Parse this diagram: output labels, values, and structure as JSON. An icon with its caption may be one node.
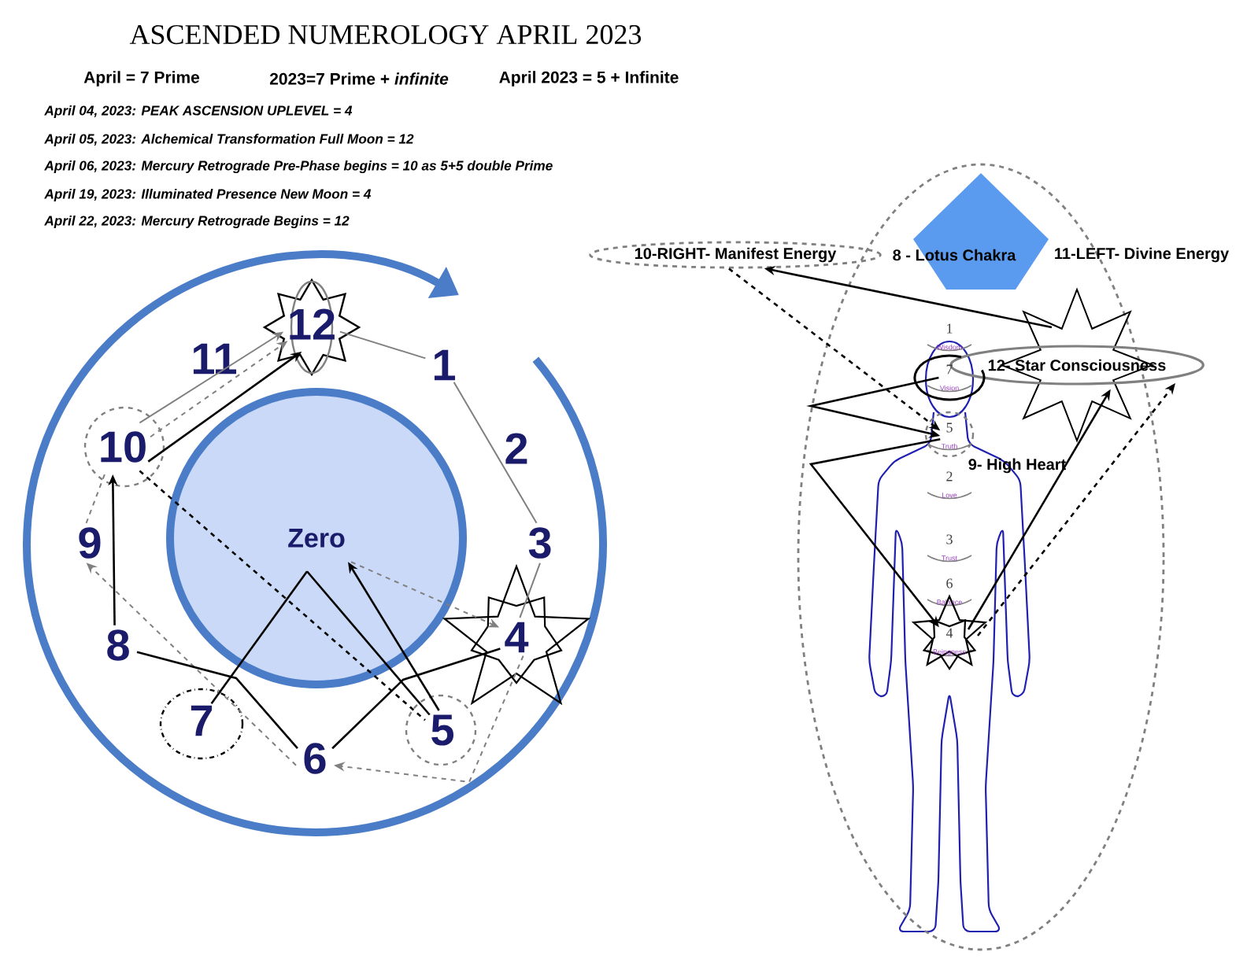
{
  "diagram": {
    "title": "ASCENDED NUMEROLOGY APRIL 2023",
    "nodes": [
      {
        "text": [
          "Zero"
        ]
      },
      {
        "text": [
          "1"
        ]
      },
      {
        "text": [
          "2"
        ]
      },
      {
        "text": [
          "3"
        ]
      },
      {
        "text": [
          "4"
        ]
      },
      {
        "text": [
          "5"
        ]
      },
      {
        "text": [
          "6"
        ]
      },
      {
        "text": [
          "7"
        ]
      },
      {
        "text": [
          "8"
        ]
      },
      {
        "text": [
          "9"
        ]
      },
      {
        "text": [
          "10"
        ]
      },
      {
        "text": [
          "11"
        ]
      },
      {
        "text": [
          "12"
        ]
      },
      {
        "text": [],
        "shape": "ellipse"
      },
      {
        "text": [
          "10-RIGHT- Manifest Energy"
        ]
      },
      {
        "text": [
          "8 - Lotus Chakra"
        ],
        "in": 13
      },
      {
        "text": [
          "11-LEFT- Divine Energy"
        ]
      },
      {
        "text": [
          "12- Star Consciousness"
        ],
        "in": 13
      },
      {
        "text": [
          "9- High Heart"
        ],
        "in": 13
      },
      {
        "text": [
          "1",
          "Wisdom"
        ],
        "in": 13
      },
      {
        "text": [
          "7",
          "Vision"
        ],
        "in": 13
      },
      {
        "text": [
          "5",
          "Truth"
        ],
        "in": 13
      },
      {
        "text": [
          "2",
          "Love"
        ],
        "in": 13
      },
      {
        "text": [
          "3",
          "Trust"
        ],
        "in": 13
      },
      {
        "text": [
          "6",
          "Balance"
        ],
        "in": 13
      },
      {
        "text": [
          "4",
          "Beingness"
        ],
        "in": 13
      }
    ],
    "edges": [
      {
        "from": 12,
        "to": 1,
        "arrow": "none",
        "color": "#808080"
      },
      {
        "from": 1,
        "to": 3,
        "arrow": "none",
        "color": "#808080"
      },
      {
        "from": 3,
        "to": 4,
        "arrow": "none",
        "color": "#808080"
      },
      {
        "from": 10,
        "to": 12,
        "arrow": "to",
        "color": "#808080"
      },
      {
        "from": 4,
        "to": 6,
        "arrow": "to",
        "style": "dashed",
        "color": "#808080"
      },
      {
        "from": 6,
        "to": 9,
        "arrow": "to",
        "style": "dashed",
        "color": "#808080"
      },
      {
        "from": 9,
        "to": 10,
        "arrow": "none",
        "style": "dashed",
        "color": "#808080"
      },
      {
        "from": 10,
        "to": 12,
        "arrow": "to",
        "style": "dashed",
        "color": "#808080"
      },
      {
        "from": 0,
        "to": 4,
        "arrow": "to",
        "style": "dashed",
        "color": "#808080"
      },
      {
        "from": 4,
        "to": 6,
        "arrow": "none"
      },
      {
        "from": 6,
        "to": 8,
        "arrow": "none"
      },
      {
        "from": 8,
        "to": 10,
        "arrow": "to"
      },
      {
        "from": 10,
        "to": 12,
        "arrow": "to"
      },
      {
        "from": 7,
        "to": 0,
        "arrow": "none"
      },
      {
        "from": 0,
        "to": 5,
        "arrow": "none"
      },
      {
        "from": 5,
        "to": 0,
        "arrow": "to"
      },
      {
        "from": 10,
        "to": 5,
        "arrow": "none",
        "style": "dashed"
      },
      {
        "from": 17,
        "to": 14,
        "arrow": "to"
      },
      {
        "from": 14,
        "to": 21,
        "arrow": "to",
        "style": "dashed"
      },
      {
        "from": 20,
        "to": 21,
        "arrow": "to"
      },
      {
        "from": 21,
        "to": 25,
        "arrow": "to"
      },
      {
        "from": 25,
        "to": 17,
        "arrow": "to"
      },
      {
        "from": 25,
        "to": 17,
        "arrow": "to",
        "style": "dashed"
      }
    ],
    "labels": [
      "April = 7 Prime",
      "2023=7 Prime + *infinite*",
      "April 2023 = 5 + Infinite",
      "April 04, 2023: PEAK ASCENSION UPLEVEL = 4",
      "April 05, 2023: Alchemical Transformation Full Moon = 12",
      "April 06, 2023: Mercury Retrograde Pre-Phase begins = 10 as 5+5 double Prime",
      "April 19, 2023: Illuminated Presence New Moon = 4",
      "April 22, 2023: Mercury Retrograde Begins = 12"
    ]
  }
}
